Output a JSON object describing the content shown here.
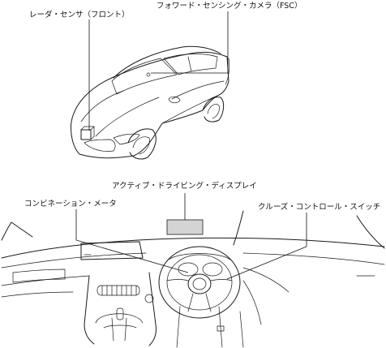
{
  "labels": {
    "radar_sensor": "レーダ・センサ（フロント）",
    "forward_camera": "フォワード・センシング・カメラ（FSC）",
    "active_driving_display": "アクティブ・ドライビング・ディスプレイ",
    "combination_meter": "コンビネーション・メータ",
    "cruise_control_switch": "クルーズ・コントロール・スイッチ"
  },
  "colors": {
    "line": "#1a1a1a",
    "hud_fill": "#d4d4d4"
  }
}
